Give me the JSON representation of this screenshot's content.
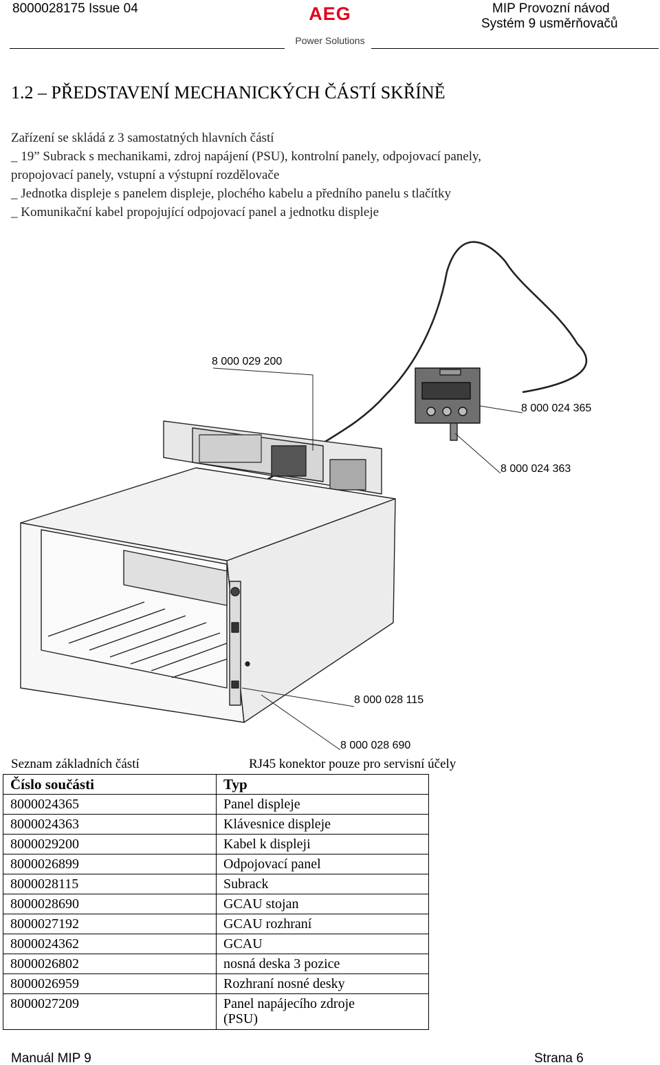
{
  "header": {
    "doc_id": "8000028175 Issue 04",
    "brand": "AEG",
    "brand_sub": "Power Solutions",
    "doc_title": "MIP Provozní návod",
    "doc_subtitle": "Systém 9 usměrňovačů"
  },
  "section": {
    "title": "1.2 – PŘEDSTAVENÍ  MECHANICKÝCH  ČÁSTÍ  SKŘÍNĚ",
    "intro_lines": [
      "Zařízení se skládá z 3 samostatných hlavních částí",
      "_ 19” Subrack s mechanikami, zdroj napájení (PSU), kontrolní panely, odpojovací panely,",
      "propojovací panely, vstupní a výstupní rozdělovače",
      "_ Jednotka displeje s panelem displeje, plochého kabelu a předního panelu s tlačítky",
      "_ Komunikační kabel propojující odpojovací panel a jednotku displeje"
    ]
  },
  "figure": {
    "callouts": [
      "8 000 029 200",
      "8 000 024 365",
      "8 000 024 363",
      "8 000 028 115",
      "8 000 028 690"
    ]
  },
  "parts_list": {
    "caption": "Seznam základních částí",
    "rj45_note": "RJ45 konektor pouze pro servisní účely",
    "headers": [
      "Číslo součásti",
      "Typ"
    ],
    "rows": [
      [
        "8000024365",
        "Panel displeje"
      ],
      [
        "8000024363",
        "Klávesnice displeje"
      ],
      [
        "8000029200",
        "Kabel k displeji"
      ],
      [
        "8000026899",
        "Odpojovací panel"
      ],
      [
        "8000028115",
        "Subrack"
      ],
      [
        "8000028690",
        "GCAU stojan"
      ],
      [
        "8000027192",
        "GCAU rozhraní"
      ],
      [
        "8000024362",
        "GCAU"
      ],
      [
        "8000026802",
        "nosná deska 3 pozice"
      ],
      [
        "8000026959",
        "Rozhraní nosné desky"
      ],
      [
        "8000027209",
        "Panel napájecího zdroje",
        "(PSU)"
      ]
    ]
  },
  "footer": {
    "left": "Manuál MIP 9",
    "right": "Strana 6"
  }
}
